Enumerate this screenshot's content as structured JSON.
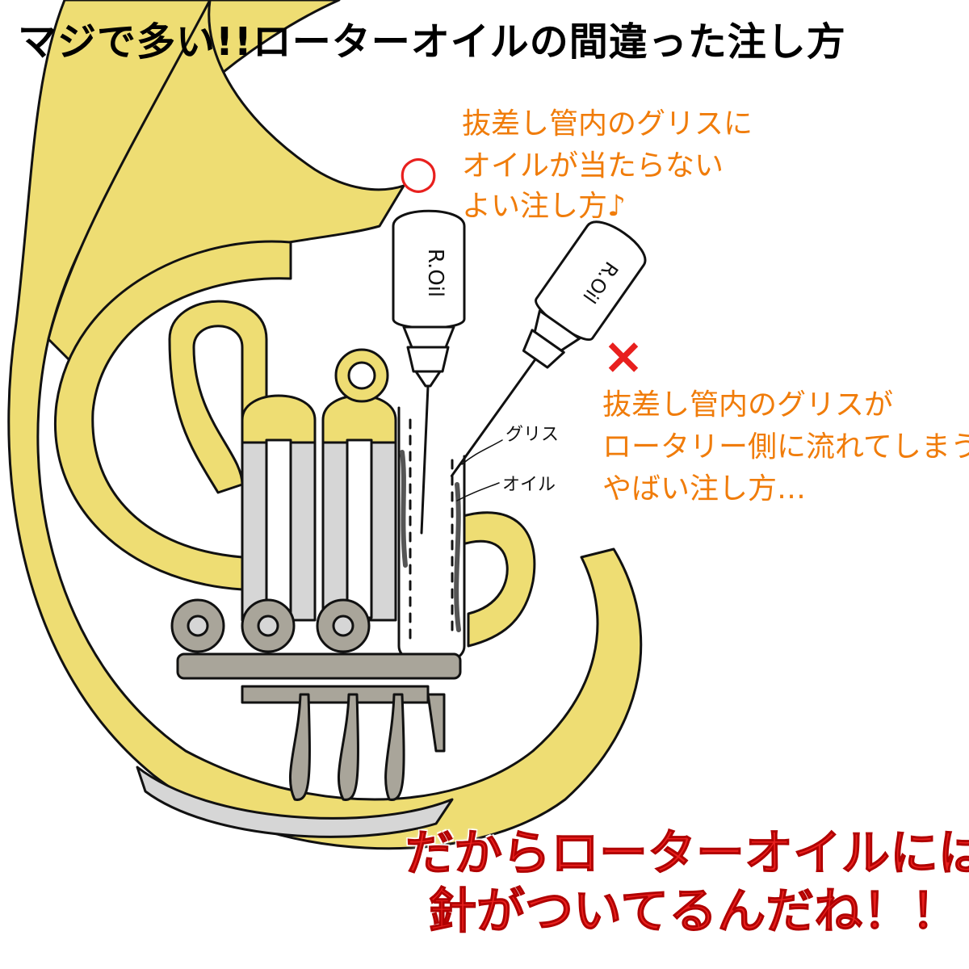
{
  "title": "マジで多い!!ローターオイルの間違った注し方",
  "good_mark": "○",
  "good_note": [
    "抜差し管内のグリスに",
    "オイルが当たらない",
    "よい注し方♪"
  ],
  "bad_mark": "×",
  "bad_note": [
    "抜差し管内のグリスが",
    "ロータリー側に流れてしまう",
    "やばい注し方…"
  ],
  "labels": {
    "grease": "グリス",
    "oil": "オイル"
  },
  "bottle_label": "R.Oil",
  "conclusion": [
    "だからローターオイルには",
    "針がついてるんだね！！"
  ],
  "colors": {
    "brass": "#eedd73",
    "outline": "#111111",
    "silver": "#d6d6d6",
    "keys": "#a9a59a",
    "orange_text": "#f07c0a",
    "red_text": "#e8201e",
    "good_mark": "#e8201e",
    "bad_mark": "#e8201e"
  }
}
